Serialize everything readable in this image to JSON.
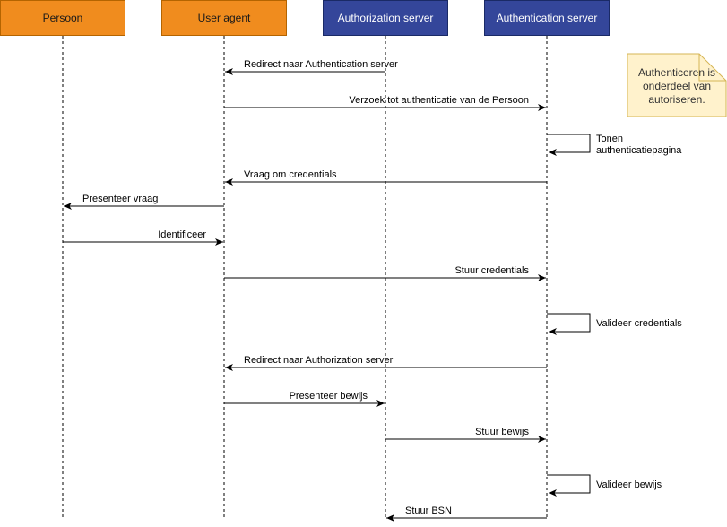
{
  "colors": {
    "orange": "#f08c1e",
    "orange_border": "#b46400",
    "blue": "#34469a",
    "blue_border": "#1a2a66",
    "note_fill": "#fff2cc",
    "note_border": "#d6b656"
  },
  "actors": [
    {
      "id": "persoon",
      "label": "Persoon",
      "style": "orange"
    },
    {
      "id": "useragent",
      "label": "User agent",
      "style": "orange"
    },
    {
      "id": "authz",
      "label": "Authorization server",
      "style": "blue"
    },
    {
      "id": "authn",
      "label": "Authentication server",
      "style": "blue"
    }
  ],
  "messages": [
    {
      "from": "authz",
      "to": "useragent",
      "label": "Redirect naar Authentication server",
      "align": "start"
    },
    {
      "from": "useragent",
      "to": "authn",
      "label": "Verzoek tot authenticatie van de Persoon",
      "align": "end"
    },
    {
      "from": "authn",
      "to": "authn",
      "label": "Tonen authenticatiepagina",
      "lines": [
        "Tonen",
        "authenticatiepagina"
      ]
    },
    {
      "from": "authn",
      "to": "useragent",
      "label": "Vraag om credentials",
      "align": "start"
    },
    {
      "from": "useragent",
      "to": "persoon",
      "label": "Presenteer vraag",
      "align": "start"
    },
    {
      "from": "persoon",
      "to": "useragent",
      "label": "Identificeer",
      "align": "end"
    },
    {
      "from": "useragent",
      "to": "authn",
      "label": "Stuur credentials",
      "align": "end"
    },
    {
      "from": "authn",
      "to": "authn",
      "label": "Valideer credentials",
      "lines": [
        "Valideer credentials"
      ]
    },
    {
      "from": "authn",
      "to": "useragent",
      "label": "Redirect naar Authorization server",
      "align": "start"
    },
    {
      "from": "useragent",
      "to": "authz",
      "label": "Presenteer bewijs",
      "align": "end"
    },
    {
      "from": "authz",
      "to": "authn",
      "label": "Stuur bewijs",
      "align": "end"
    },
    {
      "from": "authn",
      "to": "authn",
      "label": "Valideer bewijs",
      "lines": [
        "Valideer bewijs"
      ]
    },
    {
      "from": "authn",
      "to": "authz",
      "label": "Stuur BSN",
      "align": "start"
    }
  ],
  "note": {
    "text": "Authenticeren is onderdeel van autoriseren.",
    "lines": [
      "Authenticeren is",
      "onderdeel van",
      "autoriseren."
    ]
  }
}
